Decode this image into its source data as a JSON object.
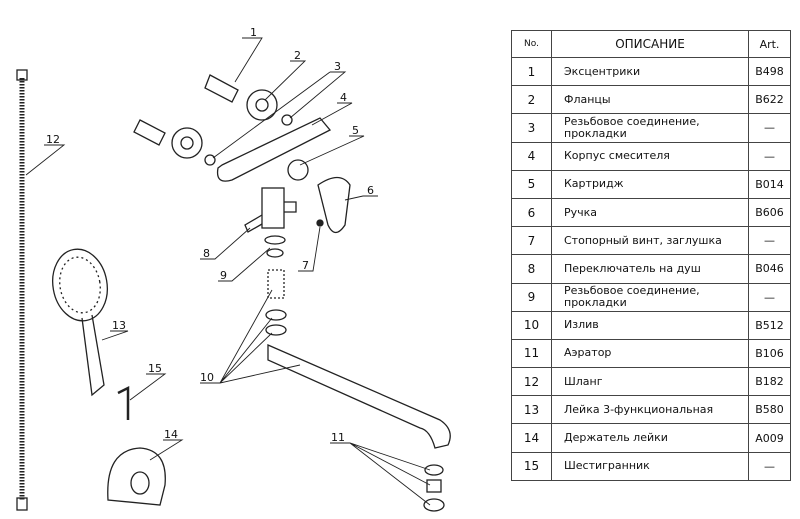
{
  "table": {
    "headers": {
      "no": "No.",
      "desc": "ОПИСАНИЕ",
      "art": "Art."
    },
    "rows": [
      {
        "no": "1",
        "desc": "Эксцентрики",
        "art": "B498"
      },
      {
        "no": "2",
        "desc": "Фланцы",
        "art": "B622"
      },
      {
        "no": "3",
        "desc": "Резьбовое соединение, прокладки",
        "art": "—"
      },
      {
        "no": "4",
        "desc": "Корпус смесителя",
        "art": "—"
      },
      {
        "no": "5",
        "desc": "Картридж",
        "art": "B014"
      },
      {
        "no": "6",
        "desc": "Ручка",
        "art": "B606"
      },
      {
        "no": "7",
        "desc": "Стопорный винт, заглушка",
        "art": "—"
      },
      {
        "no": "8",
        "desc": "Переключатель на душ",
        "art": "B046"
      },
      {
        "no": "9",
        "desc": "Резьбовое соединение, прокладки",
        "art": "—"
      },
      {
        "no": "10",
        "desc": "Излив",
        "art": "B512"
      },
      {
        "no": "11",
        "desc": "Аэратор",
        "art": "B106"
      },
      {
        "no": "12",
        "desc": "Шланг",
        "art": "B182"
      },
      {
        "no": "13",
        "desc": "Лейка 3-функциональная",
        "art": "B580"
      },
      {
        "no": "14",
        "desc": "Держатель лейки",
        "art": "A009"
      },
      {
        "no": "15",
        "desc": "Шестигранник",
        "art": "—"
      }
    ]
  },
  "callouts": [
    "1",
    "2",
    "3",
    "4",
    "5",
    "6",
    "7",
    "8",
    "9",
    "10",
    "11",
    "12",
    "13",
    "14",
    "15"
  ]
}
